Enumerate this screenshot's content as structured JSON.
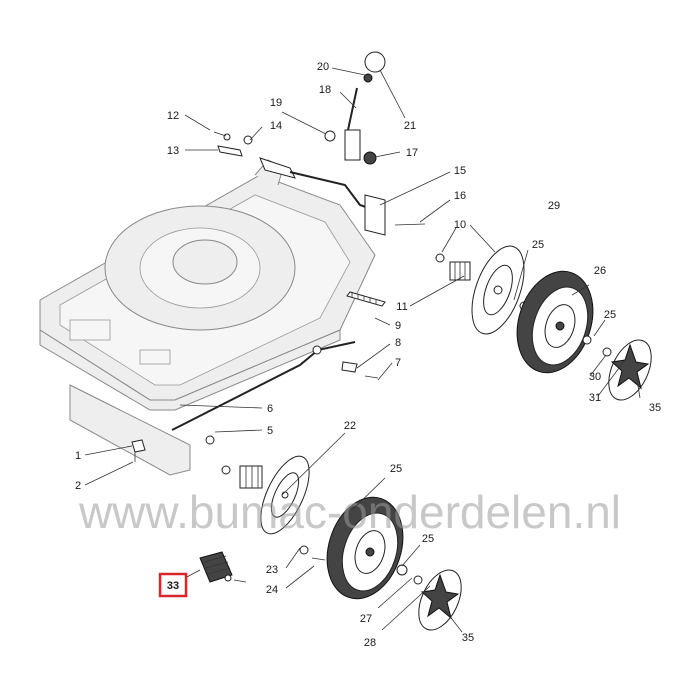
{
  "watermark": "www.bumac-onderdelen.nl",
  "highlight_color": "#d9252b",
  "callouts": [
    {
      "label": "1"
    },
    {
      "label": "2"
    },
    {
      "label": "5"
    },
    {
      "label": "6"
    },
    {
      "label": "7"
    },
    {
      "label": "8"
    },
    {
      "label": "9"
    },
    {
      "label": "10"
    },
    {
      "label": "11"
    },
    {
      "label": "12"
    },
    {
      "label": "13"
    },
    {
      "label": "14"
    },
    {
      "label": "15"
    },
    {
      "label": "16"
    },
    {
      "label": "17"
    },
    {
      "label": "18"
    },
    {
      "label": "19"
    },
    {
      "label": "20"
    },
    {
      "label": "21"
    },
    {
      "label": "22"
    },
    {
      "label": "23"
    },
    {
      "label": "24"
    },
    {
      "label": "25"
    },
    {
      "label": "25"
    },
    {
      "label": "25"
    },
    {
      "label": "25"
    },
    {
      "label": "26"
    },
    {
      "label": "27"
    },
    {
      "label": "28"
    },
    {
      "label": "29"
    },
    {
      "label": "30"
    },
    {
      "label": "31"
    },
    {
      "label": "35"
    },
    {
      "label": "35"
    },
    {
      "label": "33",
      "highlighted": true
    }
  ]
}
